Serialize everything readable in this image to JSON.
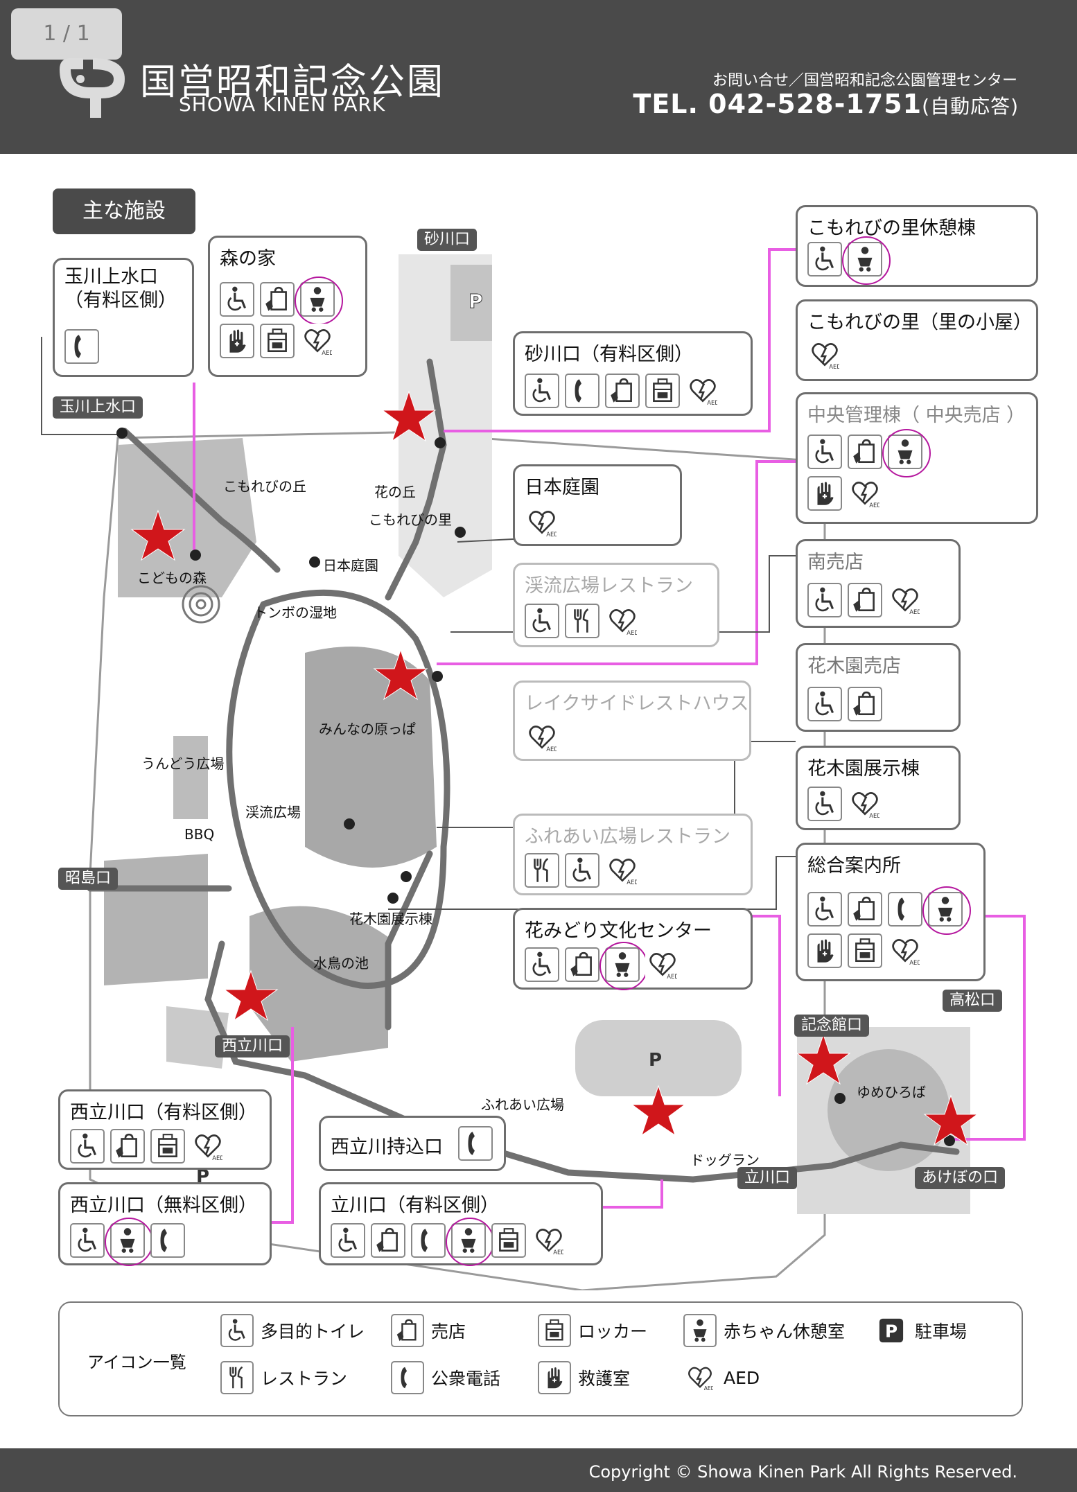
{
  "header": {
    "page_indicator": "1 / 1",
    "park_name_jp": "国営昭和記念公園",
    "park_name_en": "SHOWA KINEN PARK",
    "contact_label": "お問い合せ／国営昭和記念公園管理センター",
    "tel_label": "TEL. 042-528-1751",
    "tel_note": "(自動応答)"
  },
  "section_title": "主な施設",
  "icon_legend": {
    "title": "アイコン一覧",
    "items": [
      {
        "icon": "wheelchair-icon",
        "label": "多目的トイレ"
      },
      {
        "icon": "shop-icon",
        "label": "売店"
      },
      {
        "icon": "locker-icon",
        "label": "ロッカー"
      },
      {
        "icon": "baby-icon",
        "label": "赤ちゃん休憩室"
      },
      {
        "icon": "parking-icon",
        "label": "駐車場"
      },
      {
        "icon": "restaurant-icon",
        "label": "レストラン"
      },
      {
        "icon": "phone-icon",
        "label": "公衆電話"
      },
      {
        "icon": "first-aid-icon",
        "label": "救護室"
      },
      {
        "icon": "aed-icon",
        "label": "AED"
      }
    ]
  },
  "map_labels": {
    "sunagawa_gate": "砂川口",
    "tamagawa_gate": "玉川上水口",
    "akishima_gate": "昭島口",
    "nishitachikawa_gate": "西立川口",
    "takamatsu_gate": "高松口",
    "kinenkan_gate": "記念館口",
    "tachikawa_gate": "立川口",
    "akebono_gate": "あけぼの口",
    "komorebi_oka": "こもれびの丘",
    "hana_no_oka": "花の丘",
    "komorebi_sato": "こもれびの里",
    "kodomo_mori": "こどもの森",
    "nihon_teien": "日本庭園",
    "tonbo_shitchi": "トンボの湿地",
    "minna_harappa": "みんなの原っぱ",
    "undo_hiroba": "うんどう広場",
    "keiryu_hiroba": "渓流広場",
    "bbq": "BBQ",
    "kaboku_tenji": "花木園展示棟",
    "mizutori_ike": "水鳥の池",
    "fureai_hiroba": "ふれあい広場",
    "dog_run": "ドッグラン",
    "yume_hiroba": "ゆめひろば",
    "parking_mark": "P"
  },
  "facilities": [
    {
      "id": "tamagawa",
      "name": "玉川上水口\n（有料区側）",
      "icons": [
        "phone-icon"
      ]
    },
    {
      "id": "mori",
      "name": "森の家",
      "icons": [
        "wheelchair-icon",
        "shop-icon",
        "baby-icon",
        "first-aid-icon",
        "locker-icon",
        "aed-icon"
      ]
    },
    {
      "id": "sunagawa",
      "name": "砂川口（有料区側）",
      "icons": [
        "wheelchair-icon",
        "phone-icon",
        "shop-icon",
        "locker-icon",
        "aed-icon"
      ]
    },
    {
      "id": "nihon",
      "name": "日本庭園",
      "icons": [
        "aed-icon"
      ]
    },
    {
      "id": "keiryu_rest",
      "name": "渓流広場レストラン",
      "icons": [
        "wheelchair-icon",
        "restaurant-icon",
        "aed-icon"
      ]
    },
    {
      "id": "lakeside",
      "name": "レイクサイドレストハウス",
      "icons": [
        "aed-icon"
      ]
    },
    {
      "id": "fureai_rest",
      "name": "ふれあい広場レストラン",
      "icons": [
        "restaurant-icon",
        "wheelchair-icon",
        "aed-icon"
      ]
    },
    {
      "id": "hanamidori",
      "name": "花みどり文化センター",
      "icons": [
        "wheelchair-icon",
        "shop-icon",
        "baby-icon",
        "aed-icon"
      ]
    },
    {
      "id": "komorebi_kyukei",
      "name": "こもれびの里休憩棟",
      "icons": [
        "wheelchair-icon",
        "baby-icon"
      ]
    },
    {
      "id": "komorebi_koya",
      "name": "こもれびの里（里の小屋）",
      "icons": [
        "aed-icon"
      ]
    },
    {
      "id": "chuo",
      "name": "中央管理棟（ 中央売店 ）",
      "icons": [
        "wheelchair-icon",
        "shop-icon",
        "baby-icon",
        "first-aid-icon",
        "aed-icon"
      ]
    },
    {
      "id": "minami",
      "name": "南売店",
      "icons": [
        "wheelchair-icon",
        "shop-icon",
        "aed-icon"
      ]
    },
    {
      "id": "kaboku_baiten",
      "name": "花木園売店",
      "icons": [
        "wheelchair-icon",
        "shop-icon"
      ]
    },
    {
      "id": "kaboku_tenji_box",
      "name": "花木園展示棟",
      "icons": [
        "wheelchair-icon",
        "aed-icon"
      ]
    },
    {
      "id": "sogo",
      "name": "総合案内所",
      "icons": [
        "wheelchair-icon",
        "shop-icon",
        "phone-icon",
        "baby-icon",
        "first-aid-icon",
        "locker-icon",
        "aed-icon"
      ]
    },
    {
      "id": "nishi_yuryo",
      "name": "西立川口（有料区側）",
      "icons": [
        "wheelchair-icon",
        "shop-icon",
        "locker-icon",
        "aed-icon"
      ]
    },
    {
      "id": "nishi_mochikomi",
      "name": "西立川持込口",
      "icons": [
        "phone-icon"
      ]
    },
    {
      "id": "nishi_muryo",
      "name": "西立川口（無料区側）",
      "icons": [
        "wheelchair-icon",
        "baby-icon",
        "phone-icon"
      ]
    },
    {
      "id": "tachikawa_yuryo",
      "name": "立川口（有料区側）",
      "icons": [
        "wheelchair-icon",
        "shop-icon",
        "phone-icon",
        "baby-icon",
        "locker-icon",
        "aed-icon"
      ]
    }
  ],
  "footer": {
    "copyright": "Copyright © Showa Kinen Park All Rights Reserved."
  },
  "colors": {
    "header_bg": "#4a4a4a",
    "highlight": "#b5179e",
    "connector": "#e85ee3",
    "star": "#d0161b"
  }
}
